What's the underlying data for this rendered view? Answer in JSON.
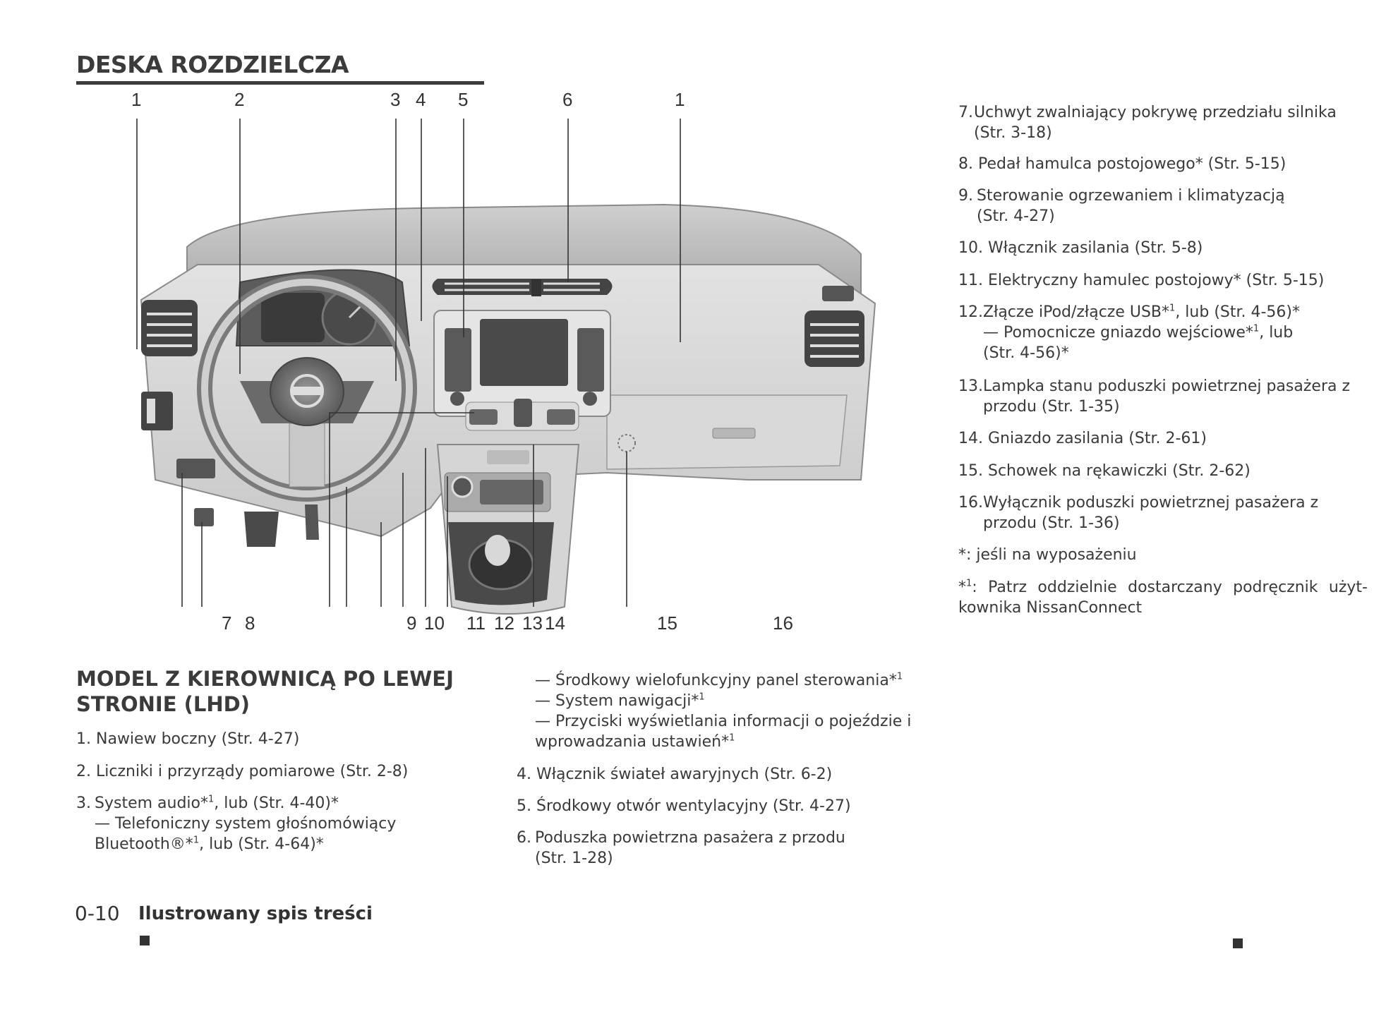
{
  "header": {
    "title": "DESKA ROZDZIELCZA"
  },
  "callouts": {
    "top": [
      "1",
      "2",
      "3",
      "4",
      "5",
      "6",
      "1"
    ],
    "bottom": [
      "7",
      "8",
      "9",
      "10",
      "11",
      "12",
      "13",
      "14",
      "15",
      "16"
    ]
  },
  "section": {
    "heading": "MODEL Z KIEROWNICĄ PO LEWEJ STRONIE (LHD)"
  },
  "left_column": [
    {
      "num": "1.",
      "text": "Nawiew boczny (Str. 4-27)"
    },
    {
      "num": "2.",
      "text": "Liczniki i przyrządy pomiarowe (Str. 2-8)"
    },
    {
      "num": "3.",
      "line1": "System audio*",
      "line1_sup": "1",
      "line1_end": ", lub (Str. 4-40)*",
      "line2": "— Telefoniczny system głośnomówiący",
      "line3": "Bluetooth®*",
      "line3_sup": "1",
      "line3_end": ", lub (Str. 4-64)*"
    }
  ],
  "middle_column": {
    "continuation": [
      {
        "text": "— Środkowy wielofunkcyjny panel sterowania*",
        "sup": "1"
      },
      {
        "text": "— System nawigacji*",
        "sup": "1"
      },
      {
        "text": "— Przyciski wyświetlania informacji o pojeździe i",
        "sup": ""
      },
      {
        "text": "wprowadzania ustawień*",
        "sup": "1"
      }
    ],
    "items": [
      {
        "num": "4.",
        "text": "Włącznik świateł awaryjnych (Str. 6-2)"
      },
      {
        "num": "5.",
        "text": "Środkowy otwór wentylacyjny (Str. 4-27)"
      },
      {
        "num": "6.",
        "line1": "Poduszka powietrzna pasażera z przodu",
        "line2": "(Str. 1-28)"
      }
    ]
  },
  "right_column": [
    {
      "num": "7.",
      "line1": "Uchwyt zwalniający pokrywę przedziału silnika",
      "line2": "(Str. 3-18)"
    },
    {
      "num": "8.",
      "line1": "Pedał hamulca postojowego* (Str. 5-15)"
    },
    {
      "num": "9.",
      "line1": "Sterowanie ogrzewaniem i klimatyzacją",
      "line2": "(Str. 4-27)"
    },
    {
      "num": "10.",
      "line1": "Włącznik zasilania (Str. 5-8)"
    },
    {
      "num": "11.",
      "line1": "Elektryczny hamulec postojowy* (Str. 5-15)"
    },
    {
      "num": "12.",
      "line1a": "Złącze iPod/złącze USB*",
      "line1_sup": "1",
      "line1b": ", lub (Str. 4-56)*",
      "line2a": "— Pomocnicze gniazdo wejściowe*",
      "line2_sup": "1",
      "line2b": ", lub",
      "line3": "(Str. 4-56)*"
    },
    {
      "num": "13.",
      "line1": "Lampka stanu poduszki powietrznej pasażera z",
      "line2": "przodu (Str. 1-35)"
    },
    {
      "num": "14.",
      "line1": "Gniazdo zasilania (Str. 2-61)"
    },
    {
      "num": "15.",
      "line1": "Schowek na rękawiczki (Str. 2-62)"
    },
    {
      "num": "16.",
      "line1": "Wyłącznik poduszki powietrznej pasażera z",
      "line2": "przodu (Str. 1-36)"
    }
  ],
  "notes": {
    "note1": "*: jeśli na wyposażeniu",
    "note2_prefix": "*",
    "note2_sup": "1",
    "note2_line1": ": Patrz oddzielnie dostarczany podręcznik użyt-",
    "note2_line2": "kownika NissanConnect"
  },
  "footer": {
    "page_number": "0-10",
    "label": "Ilustrowany spis treści"
  }
}
